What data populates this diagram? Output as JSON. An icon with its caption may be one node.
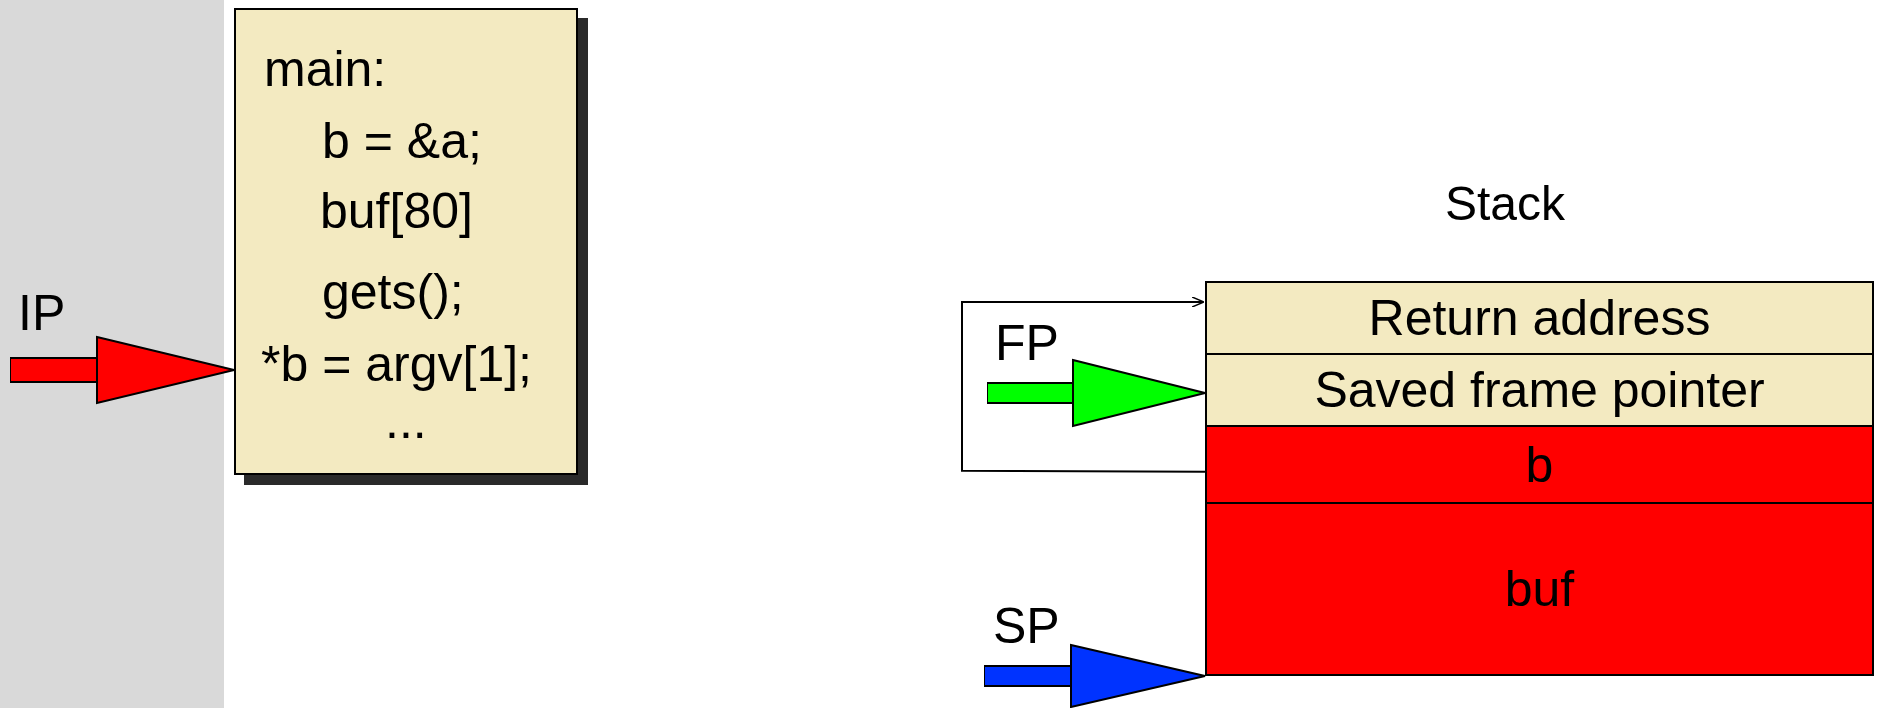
{
  "diagram": {
    "nodes": [
      {
        "text": [
          "main:",
          "b = &a;",
          "buf[80]",
          "gets();",
          "*b = argv[1];",
          "..."
        ]
      },
      {
        "text": [
          "Return address"
        ]
      },
      {
        "text": [
          "Saved frame pointer"
        ]
      },
      {
        "text": [
          "b"
        ]
      },
      {
        "text": [
          "buf"
        ]
      }
    ],
    "edges": [
      {
        "from": null,
        "to": 0,
        "arrow": "to",
        "label": "IP",
        "color": "#ff0000"
      },
      {
        "from": null,
        "to": 2,
        "arrow": "to",
        "label": "FP",
        "color": "#00ff00"
      },
      {
        "from": null,
        "to": 4,
        "arrow": "to",
        "label": "SP",
        "color": "#0033ff"
      },
      {
        "from": 3,
        "to": 1,
        "arrow": "to",
        "color": "#000000"
      }
    ],
    "labels": [
      "Stack"
    ]
  }
}
